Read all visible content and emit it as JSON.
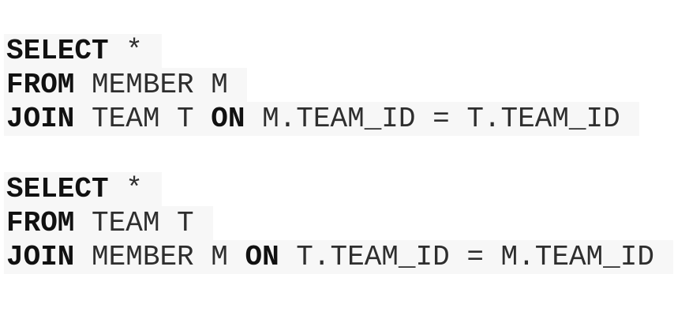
{
  "colors": {
    "page_bg": "#ffffff",
    "line_highlight": "#f7f7f7",
    "code_text": "#2e2e2e",
    "keyword": "#111111"
  },
  "code_blocks": [
    {
      "id": "query-member-join-team",
      "lines": [
        {
          "segments": [
            {
              "text": "SELECT",
              "keyword": true
            },
            {
              "text": " *",
              "keyword": false
            }
          ]
        },
        {
          "segments": [
            {
              "text": "FROM",
              "keyword": true
            },
            {
              "text": " MEMBER M",
              "keyword": false
            }
          ]
        },
        {
          "segments": [
            {
              "text": "JOIN",
              "keyword": true
            },
            {
              "text": " TEAM T ",
              "keyword": false
            },
            {
              "text": "ON",
              "keyword": true
            },
            {
              "text": " M.TEAM_ID = T.TEAM_ID",
              "keyword": false
            }
          ]
        }
      ]
    },
    {
      "id": "query-team-join-member",
      "lines": [
        {
          "segments": [
            {
              "text": "SELECT",
              "keyword": true
            },
            {
              "text": " *",
              "keyword": false
            }
          ]
        },
        {
          "segments": [
            {
              "text": "FROM",
              "keyword": true
            },
            {
              "text": " TEAM T",
              "keyword": false
            }
          ]
        },
        {
          "segments": [
            {
              "text": "JOIN",
              "keyword": true
            },
            {
              "text": " MEMBER M ",
              "keyword": false
            },
            {
              "text": "ON",
              "keyword": true
            },
            {
              "text": " T.TEAM_ID = M.TEAM_ID",
              "keyword": false
            }
          ]
        }
      ]
    }
  ]
}
